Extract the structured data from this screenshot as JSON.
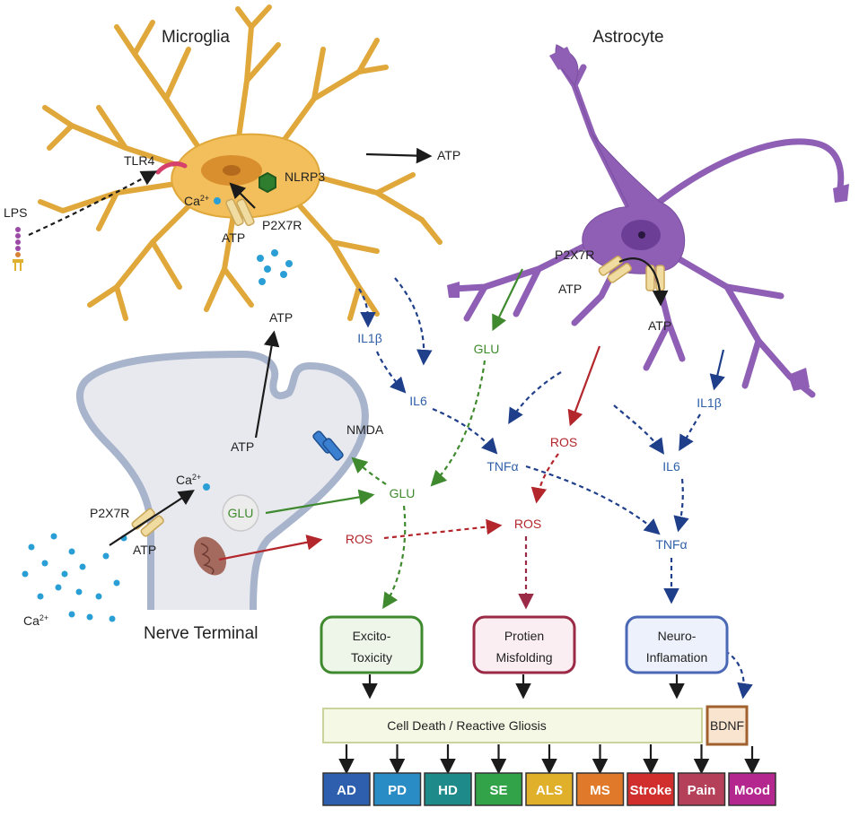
{
  "titles": {
    "microglia": "Microglia",
    "astrocyte": "Astrocyte",
    "nerve_terminal": "Nerve Terminal"
  },
  "microglia": {
    "tlr4": "TLR4",
    "ca": "Ca",
    "ca_sup": "2+",
    "nlrp3": "NLRP3",
    "atp_out": "ATP",
    "atp_receptor": "ATP",
    "p2x7r": "P2X7R",
    "atp_released": "ATP",
    "lps": "LPS"
  },
  "astrocyte": {
    "p2x7r": "P2X7R",
    "atp_in": "ATP",
    "atp_out": "ATP",
    "glu": "GLU",
    "ros": "ROS",
    "il1b": "IL1β",
    "il6": "IL6",
    "tnfa": "TNFα"
  },
  "microglia_cytokines": {
    "il1b": "IL1β",
    "il6": "IL6",
    "tnfa": "TNFα"
  },
  "nerve": {
    "atp": "ATP",
    "nmda": "NMDA",
    "ca": "Ca",
    "ca_sup": "2+",
    "p2x7r": "P2X7R",
    "atp_receptor": "ATP",
    "glu_vesicle": "GLU",
    "glu_out": "GLU",
    "ros_out": "ROS",
    "ca_ext": "Ca",
    "ca_ext_sup": "2+"
  },
  "center": {
    "ros": "ROS"
  },
  "outcomes": [
    {
      "line1": "Excito-",
      "line2": "Toxicity",
      "border": "#3f8a2e",
      "fill": "#eef6ea"
    },
    {
      "line1": "Protien",
      "line2": "Misfolding",
      "border": "#9a2a45",
      "fill": "#fbeef2"
    },
    {
      "line1": "Neuro-",
      "line2": "Inflamation",
      "border": "#4a68b5",
      "fill": "#edf1fb"
    }
  ],
  "cell_death": "Cell Death / Reactive Gliosis",
  "bdnf": "BDNF",
  "diseases": [
    {
      "label": "AD",
      "color": "#2d5fae"
    },
    {
      "label": "PD",
      "color": "#2a8cc4"
    },
    {
      "label": "HD",
      "color": "#1f8a8a"
    },
    {
      "label": "SE",
      "color": "#33a34a"
    },
    {
      "label": "ALS",
      "color": "#e0b02a"
    },
    {
      "label": "MS",
      "color": "#e07a2a"
    },
    {
      "label": "Stroke",
      "color": "#d12e2e"
    },
    {
      "label": "Pain",
      "color": "#b4405a"
    },
    {
      "label": "Mood",
      "color": "#b3278f"
    }
  ],
  "colors": {
    "microglia": "#f2bf5c",
    "astrocyte": "#8e5fb4",
    "nerve_fill": "#e8e9ee",
    "nerve_stroke": "#a8b4cc"
  }
}
